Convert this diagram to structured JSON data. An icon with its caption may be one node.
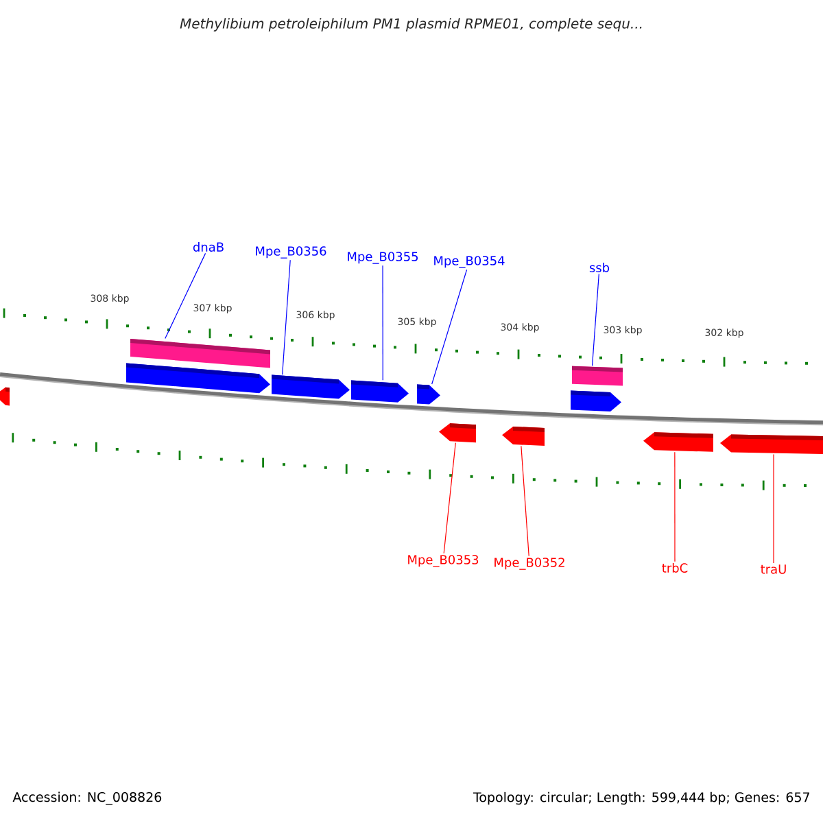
{
  "diagram": {
    "title": "Methylibium petroleiphilum PM1 plasmid RPME01, complete sequ...",
    "nodes": [
      {
        "text": [
          "dnaB"
        ]
      },
      {
        "text": [
          "Mpe_B0356"
        ]
      },
      {
        "text": [
          "Mpe_B0355"
        ]
      },
      {
        "text": [
          "Mpe_B0354"
        ]
      },
      {
        "text": [
          "ssb"
        ]
      },
      {
        "text": [
          "Mpe_B0353"
        ]
      },
      {
        "text": [
          "Mpe_B0352"
        ]
      },
      {
        "text": [
          "trbC"
        ]
      },
      {
        "text": [
          "traU"
        ]
      },
      {
        "text": [],
        "shape": "bar"
      },
      {
        "text": [],
        "shape": "bar"
      },
      {
        "text": [],
        "shape": "pentagon"
      },
      {
        "text": [],
        "shape": "pentagon"
      },
      {
        "text": [],
        "shape": "pentagon"
      },
      {
        "text": [],
        "shape": "pentagon"
      },
      {
        "text": [],
        "shape": "pentagon"
      },
      {
        "text": [],
        "shape": "pentagon"
      },
      {
        "text": [],
        "shape": "pentagon"
      },
      {
        "text": [],
        "shape": "pentagon"
      },
      {
        "text": [],
        "shape": "pentagon"
      },
      {
        "text": [],
        "shape": "pentagon"
      }
    ],
    "edges": [
      {
        "from": 0,
        "to": 9,
        "arrow": "none"
      },
      {
        "from": 1,
        "to": 12,
        "arrow": "none"
      },
      {
        "from": 2,
        "to": 13,
        "arrow": "none"
      },
      {
        "from": 3,
        "to": 14,
        "arrow": "none"
      },
      {
        "from": 4,
        "to": 10,
        "arrow": "none"
      },
      {
        "from": 5,
        "to": 17,
        "arrow": "none",
        "color": "#ff0000"
      },
      {
        "from": 6,
        "to": 18,
        "arrow": "none",
        "color": "#ff0000"
      },
      {
        "from": 7,
        "to": 19,
        "arrow": "none",
        "color": "#ff0000"
      },
      {
        "from": 8,
        "to": 20,
        "arrow": "none",
        "color": "#ff0000"
      }
    ],
    "labels": [
      "308 kbp",
      "307 kbp",
      "306 kbp",
      "305 kbp",
      "304 kbp",
      "303 kbp",
      "302 kbp",
      "Accession: NC_008826",
      "Topology: circular; Length: 599,444 bp; Genes: 657"
    ]
  }
}
